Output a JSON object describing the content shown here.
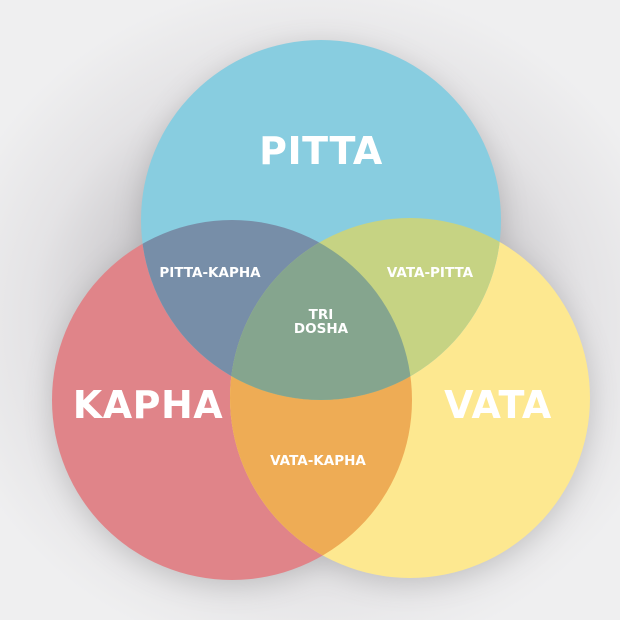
{
  "diagram": {
    "type": "venn",
    "sets": [
      {
        "id": "pitta",
        "label": "PITTA",
        "color": "#88cde0"
      },
      {
        "id": "kapha",
        "label": "KAPHA",
        "color": "#e08489"
      },
      {
        "id": "vata",
        "label": "VATA",
        "color": "#fde890"
      }
    ],
    "intersections": [
      {
        "sets": [
          "pitta",
          "kapha"
        ],
        "label": "PITTA-KAPHA",
        "color": "#778ea8"
      },
      {
        "sets": [
          "vata",
          "pitta"
        ],
        "label": "VATA-PITTA",
        "color": "#c6d383"
      },
      {
        "sets": [
          "vata",
          "kapha"
        ],
        "label": "VATA-KAPHA",
        "color": "#eeac55"
      },
      {
        "sets": [
          "pitta",
          "kapha",
          "vata"
        ],
        "label_line1": "TRI",
        "label_line2": "DOSHA",
        "color": "#85a58e"
      }
    ]
  }
}
